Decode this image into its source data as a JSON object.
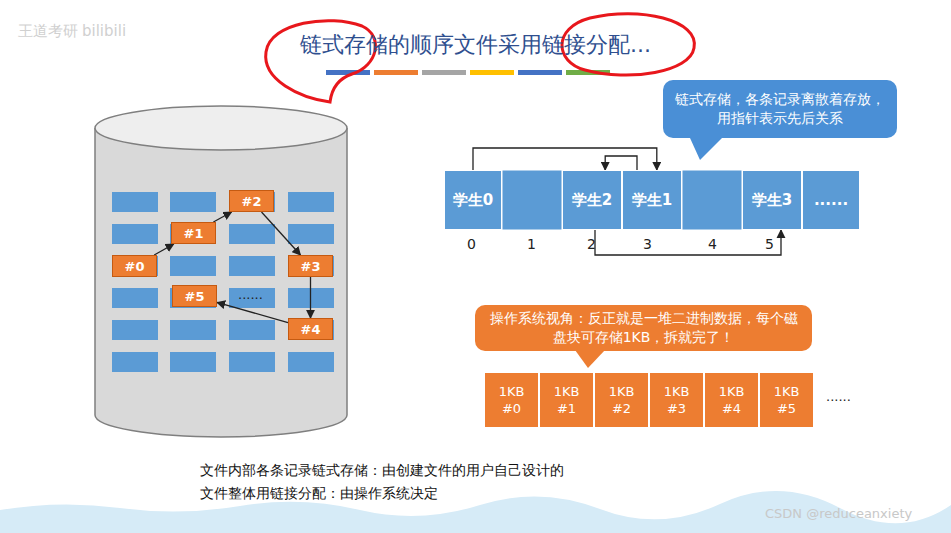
{
  "diagram": {
    "title": "链式存储的顺序文件采用链接分配...",
    "nodes": [
      {
        "text": [
          "#0"
        ]
      },
      {
        "text": [
          "#1"
        ]
      },
      {
        "text": [
          "#2"
        ]
      },
      {
        "text": [
          "#3"
        ]
      },
      {
        "text": [
          "#4"
        ]
      },
      {
        "text": [
          "#5"
        ]
      },
      {
        "text": [
          "链式存储，各条记录离散着存放，用指针表示先后关系"
        ]
      },
      {
        "text": [
          "学生0"
        ]
      },
      {
        "text": [
          "学生2"
        ]
      },
      {
        "text": [
          "学生1"
        ]
      },
      {
        "text": [
          "学生3"
        ]
      },
      {
        "text": [
          "......"
        ]
      },
      {
        "text": [
          "操作系统视角：反正就是一堆二进制数据，每个磁盘块可存储1KB，拆就完了！"
        ]
      },
      {
        "text": [
          "1KB",
          "#0"
        ]
      },
      {
        "text": [
          "1KB",
          "#1"
        ]
      },
      {
        "text": [
          "1KB",
          "#2"
        ]
      },
      {
        "text": [
          "1KB",
          "#3"
        ]
      },
      {
        "text": [
          "1KB",
          "#4"
        ]
      },
      {
        "text": [
          "1KB",
          "#5"
        ]
      }
    ],
    "edges": [
      {
        "from": 0,
        "to": 1,
        "arrow": "to"
      },
      {
        "from": 1,
        "to": 2,
        "arrow": "to"
      },
      {
        "from": 2,
        "to": 3,
        "arrow": "to"
      },
      {
        "from": 3,
        "to": 4,
        "arrow": "to"
      },
      {
        "from": 4,
        "to": 5,
        "arrow": "to"
      },
      {
        "from": 7,
        "to": 9,
        "arrow": "to"
      },
      {
        "from": 9,
        "to": 8,
        "arrow": "to"
      },
      {
        "from": 8,
        "to": 10,
        "arrow": "to"
      }
    ],
    "labels": [
      "王道考研",
      "bilibili",
      "0",
      "1",
      "2",
      "3",
      "4",
      "5",
      "......",
      "......",
      "文件内部各条记录链式存储：由创建文件的用户自己设计的",
      "文件整体用链接分配：由操作系统决定",
      "CSDN @reduceanxiety"
    ]
  }
}
